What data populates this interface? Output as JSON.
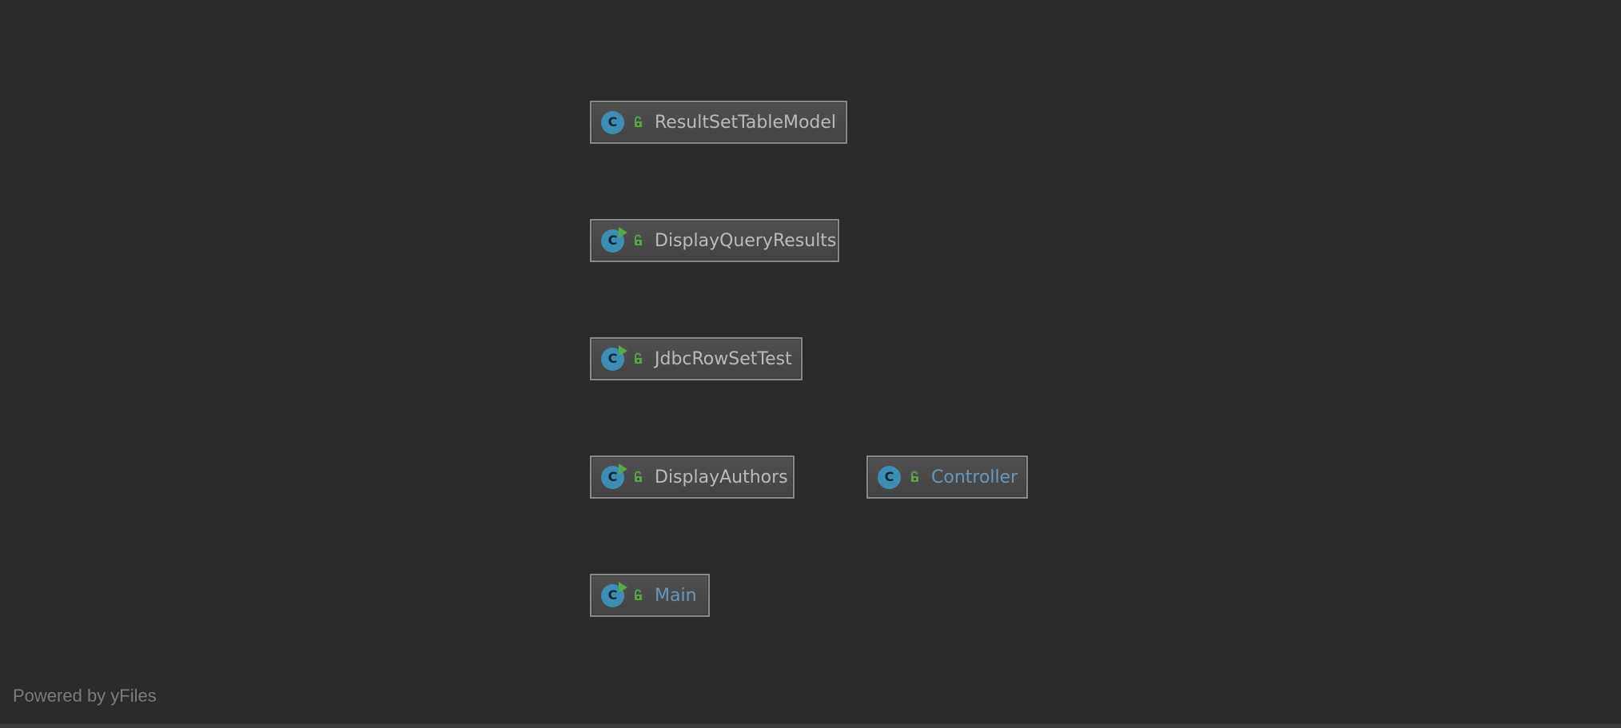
{
  "diagram": {
    "nodes": [
      {
        "id": "result-set-table-model",
        "label": "ResultSetTableModel",
        "icon": "class-icon",
        "runnable": false,
        "visibility": "public-icon",
        "label_color": "#bbbbbb"
      },
      {
        "id": "display-query-results",
        "label": "DisplayQueryResults",
        "icon": "class-icon",
        "runnable": true,
        "visibility": "public-icon",
        "label_color": "#bbbbbb"
      },
      {
        "id": "jdbc-row-set-test",
        "label": "JdbcRowSetTest",
        "icon": "class-icon",
        "runnable": true,
        "visibility": "public-icon",
        "label_color": "#bbbbbb"
      },
      {
        "id": "display-authors",
        "label": "DisplayAuthors",
        "icon": "class-icon",
        "runnable": true,
        "visibility": "public-icon",
        "label_color": "#bbbbbb"
      },
      {
        "id": "controller",
        "label": "Controller",
        "icon": "class-icon",
        "runnable": false,
        "visibility": "public-icon",
        "label_color": "#6897bb"
      },
      {
        "id": "main",
        "label": "Main",
        "icon": "class-icon",
        "runnable": true,
        "visibility": "public-icon",
        "label_color": "#6897bb"
      }
    ],
    "class_icon_letter": "C"
  },
  "footer": {
    "text": "Powered by yFiles"
  }
}
